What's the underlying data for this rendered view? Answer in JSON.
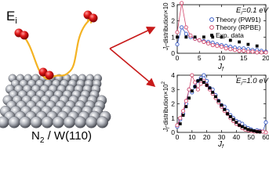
{
  "figure": {
    "left_label": "E",
    "left_label_sub": "i",
    "surface_label": "N",
    "surface_label_sub": "2",
    "surface_label_rest": " / W(110)"
  },
  "chart_data": [
    {
      "type": "scatter",
      "panel": "top",
      "energy_label": "E",
      "energy_sub": "i",
      "energy_value": "=0.1 eV",
      "xlabel": "J",
      "xlabel_sub": "f",
      "ylabel": "J",
      "ylabel_sub": "f",
      "ylabel_rest": "-distribution×10",
      "xlim": [
        0,
        20
      ],
      "ylim": [
        0,
        3
      ],
      "xticks": [
        "0",
        "5",
        "10",
        "15",
        "20"
      ],
      "yticks": [
        "0",
        "1",
        "2",
        "3"
      ],
      "legend": {
        "placement": "top-right",
        "entries": [
          "Theory (PW91)",
          "Theory (RPBE)",
          "Exp. data"
        ]
      },
      "series": [
        {
          "name": "Theory (PW91)",
          "color": "#3558c4",
          "marker": "circle",
          "x": [
            0,
            1,
            2,
            3,
            4,
            5,
            6,
            7,
            8,
            9,
            10,
            11,
            12,
            13,
            14,
            15,
            16,
            17,
            18,
            19,
            20
          ],
          "y": [
            0.55,
            1.6,
            1.2,
            1.0,
            0.9,
            0.8,
            0.75,
            0.7,
            0.65,
            0.55,
            0.5,
            0.45,
            0.4,
            0.35,
            0.3,
            0.3,
            0.25,
            0.2,
            0.2,
            0.15,
            0.1
          ]
        },
        {
          "name": "Theory (RPBE)",
          "color": "#d2476b",
          "marker": "circle",
          "x": [
            0,
            1,
            2,
            3,
            4,
            5,
            6,
            7,
            8,
            9,
            10,
            11,
            12,
            13,
            14,
            15,
            16,
            17,
            18,
            19,
            20
          ],
          "y": [
            1.3,
            3.1,
            1.6,
            1.1,
            0.9,
            0.8,
            0.7,
            0.6,
            0.5,
            0.45,
            0.4,
            0.3,
            0.25,
            0.2,
            0.15,
            0.15,
            0.1,
            0.1,
            0.05,
            0.05,
            0.05
          ]
        },
        {
          "name": "Exp. data",
          "color": "#000000",
          "marker": "square",
          "x": [
            0,
            2,
            4,
            6,
            8,
            10,
            12,
            14,
            16,
            18
          ],
          "y": [
            1.0,
            1.0,
            1.0,
            1.0,
            1.0,
            1.0,
            0.8,
            0.7,
            0.55,
            0.45
          ]
        }
      ]
    },
    {
      "type": "scatter",
      "panel": "bottom",
      "energy_label": "E",
      "energy_sub": "i",
      "energy_value": "=1.0 eV",
      "xlabel": "J",
      "xlabel_sub": "f",
      "ylabel": "J",
      "ylabel_sub": "f",
      "ylabel_rest": "-distribution×10",
      "ylabel_sup": "2",
      "xlim": [
        0,
        60
      ],
      "ylim": [
        0,
        4
      ],
      "xticks": [
        "0",
        "10",
        "20",
        "30",
        "40",
        "50",
        "60"
      ],
      "yticks": [
        "0",
        "1",
        "2",
        "3",
        "4"
      ],
      "series": [
        {
          "name": "Theory (PW91)",
          "color": "#3558c4",
          "marker": "circle",
          "x": [
            0,
            2,
            4,
            6,
            8,
            10,
            12,
            14,
            16,
            18,
            20,
            22,
            24,
            26,
            28,
            30,
            32,
            34,
            36,
            38,
            40,
            42,
            44,
            46,
            48,
            50,
            52,
            54,
            56,
            58,
            60
          ],
          "y": [
            0.4,
            0.9,
            1.3,
            2.0,
            3.0,
            2.8,
            3.2,
            3.6,
            3.8,
            4.0,
            3.6,
            3.1,
            3.0,
            2.6,
            2.2,
            1.9,
            1.8,
            1.5,
            1.2,
            1.0,
            0.8,
            0.7,
            0.6,
            0.4,
            0.3,
            0.2,
            0.1,
            0.15,
            0.1,
            0.05,
            0.7
          ]
        },
        {
          "name": "Theory (RPBE)",
          "color": "#d2476b",
          "marker": "circle",
          "x": [
            0,
            2,
            4,
            6,
            8,
            10,
            12,
            14,
            16,
            18,
            20,
            22,
            24,
            26,
            28,
            30,
            32,
            34,
            36,
            38,
            40,
            42,
            44,
            46,
            48,
            50,
            52,
            54,
            56,
            58,
            60
          ],
          "y": [
            0.5,
            1.0,
            1.5,
            2.2,
            3.0,
            4.0,
            3.5,
            3.0,
            3.4,
            3.6,
            3.3,
            3.0,
            2.7,
            2.4,
            2.1,
            1.8,
            1.5,
            1.3,
            1.0,
            0.8,
            0.6,
            0.5,
            0.3,
            0.2,
            0.15,
            0.1,
            0.05,
            0.05,
            0.05,
            0.05,
            0.0
          ]
        },
        {
          "name": "Exp. data",
          "color": "#000000",
          "marker": "square",
          "x": [
            2,
            4,
            6,
            8,
            10,
            12,
            14,
            16,
            18,
            20,
            22,
            24,
            26,
            28,
            30,
            32,
            34,
            36,
            38,
            40,
            42,
            44,
            46,
            48,
            50,
            52,
            54,
            56
          ],
          "y": [
            0.6,
            1.2,
            1.8,
            2.4,
            2.9,
            3.2,
            3.6,
            3.7,
            3.5,
            3.3,
            3.1,
            2.8,
            2.5,
            2.2,
            1.9,
            1.6,
            1.3,
            1.1,
            0.9,
            0.7,
            0.5,
            0.4,
            0.3,
            0.2,
            0.15,
            0.1,
            0.05,
            0.03
          ]
        }
      ]
    }
  ]
}
